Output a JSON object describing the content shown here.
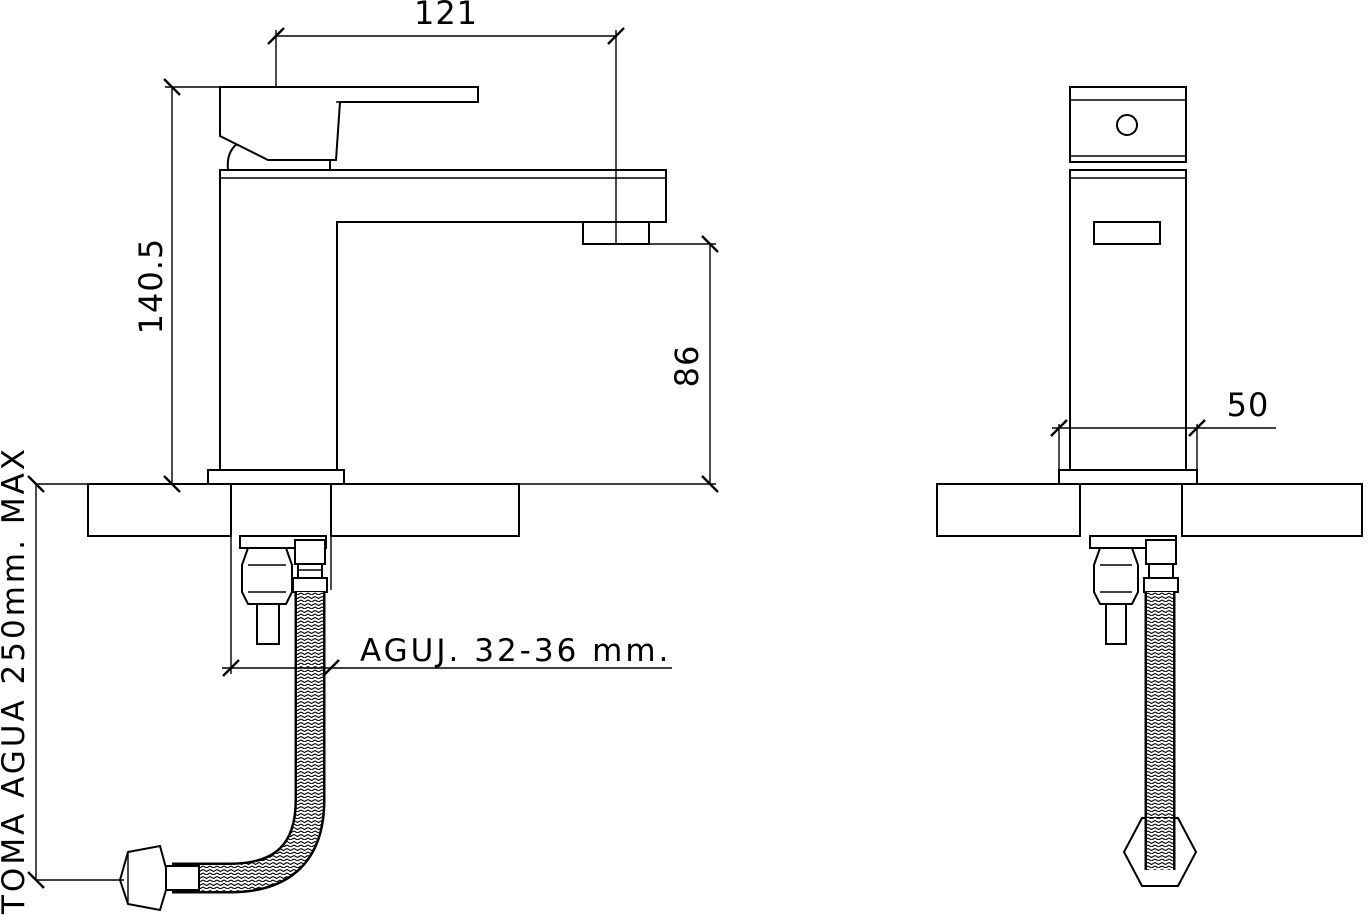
{
  "dimensions": {
    "spout_reach": "121",
    "total_height": "140.5",
    "spout_height": "86",
    "body_width": "50"
  },
  "notes": {
    "hole_size": "AGUJ. 32-36 mm.",
    "hose_length": "TOMA AGUA 250mm. MAX"
  },
  "colors": {
    "line": "#000000",
    "background": "#ffffff"
  }
}
